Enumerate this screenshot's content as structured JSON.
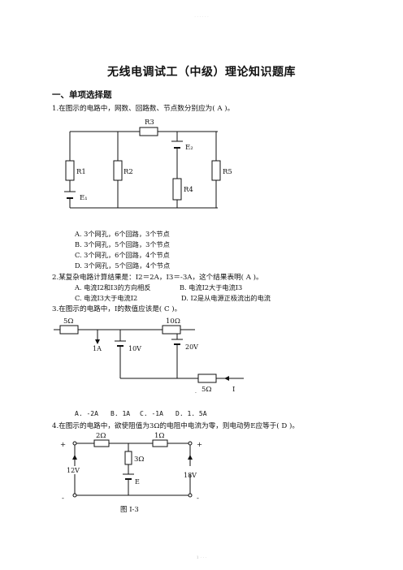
{
  "header_watermark": "· · · · · ·",
  "title": "无线电调试工（中级）理论知识题库",
  "section": "一、单项选择题",
  "q1": {
    "stem": "1.在图示的电路中，网数、回路数、节点数分别应为( A )。",
    "labels": {
      "r3": "R3",
      "r1": "R1",
      "r2": "R2",
      "e2": "E₂",
      "r5": "R5",
      "r4": "R4",
      "e1": "E₁"
    },
    "options": [
      "A. 3个网孔，6个回路，3个节点",
      "B. 3个网孔，5个回路，3个节点",
      "C. 3个网孔，6个回路，4个节点",
      "D. 3个网孔，5个回路，4个节点"
    ]
  },
  "q2": {
    "stem": "2.某复杂电路计算结果是：I2＝2A，I3＝-3A，这个结果表明( A )。",
    "options": [
      "A. 电流I2和I3的方向相反",
      "B. 电流I2大于电流I3",
      "C. 电流I3大于电流I2",
      "D. I2是从电源正极流出的电流"
    ]
  },
  "q3": {
    "stem": "3.在图示的电路中，I的数值应该是( C )。",
    "labels": {
      "r5ohm_top": "5Ω",
      "r10ohm": "10Ω",
      "cur1a": "1A",
      "v10": "10V",
      "v20": "20V",
      "r5ohm_bottom": "5Ω",
      "cur_i": "I"
    },
    "dot": "·",
    "options": [
      "A. -2A",
      "B. 1A",
      "C. -1A",
      "D. 1. 5A"
    ]
  },
  "q4": {
    "stem": "4.在图示的电路中，欲使阻值为3Ω的电阻中电流为零，则电动势E应等于(  D )。",
    "labels": {
      "plus_left": "+",
      "r2ohm": "2Ω",
      "r1ohm": "1Ω",
      "plus_right": "+",
      "r3ohm": "3Ω",
      "v12": "12V",
      "v18": "18V",
      "e": "E",
      "minus_left": "-",
      "minus_right": "-",
      "fig": "图 I-3"
    }
  },
  "footer": "1 · · ·"
}
